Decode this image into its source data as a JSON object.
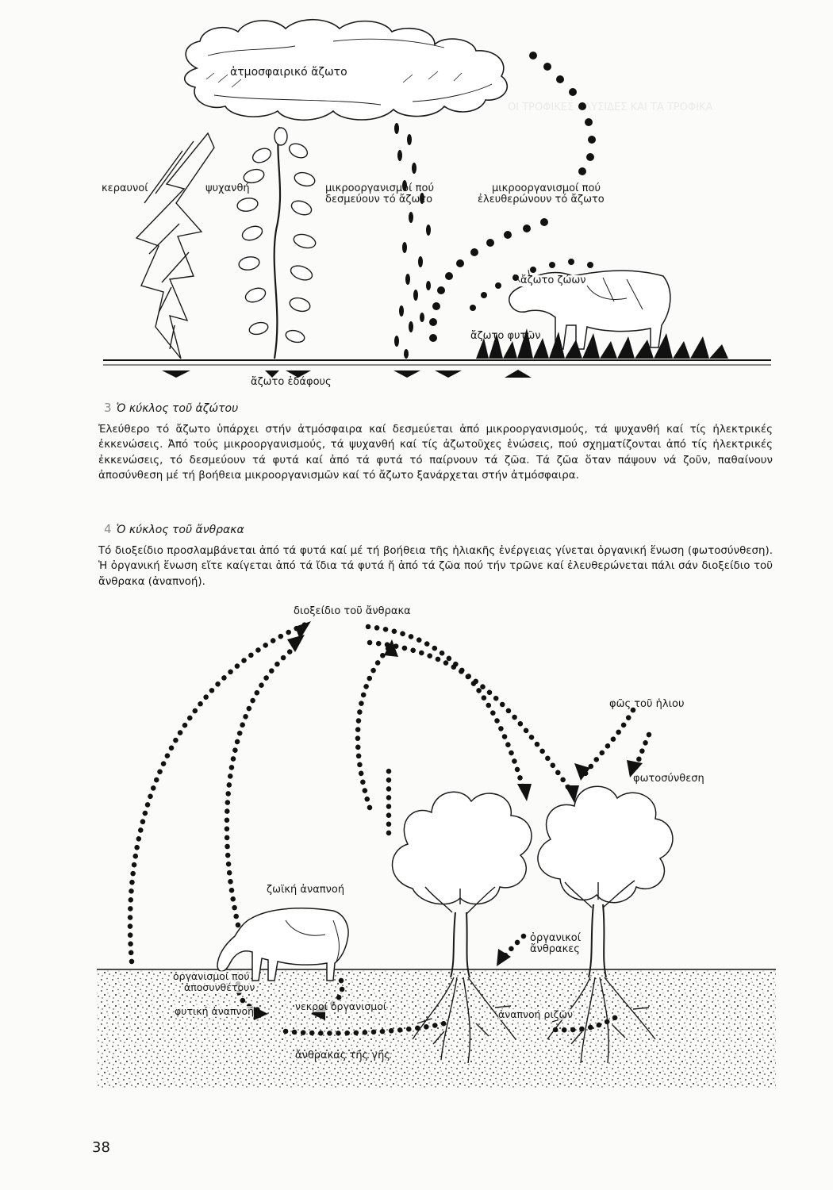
{
  "nitrogen_figure": {
    "labels": {
      "atmospheric_nitrogen": "ἀτμοσφαιρικό ἄζωτο",
      "lightning": "κεραυνοί",
      "fungi": "ψυχανθή",
      "fixing_microorganisms": [
        "μικροοργανισμοί πού",
        "δεσμεύουν τό ἄζωτο"
      ],
      "releasing_microorganisms": [
        "μικροοργανισμοί πού",
        "ἐλευθερώνουν τό ἄζωτο"
      ],
      "animal_nitrogen": "ἄζωτο ζώων",
      "plant_nitrogen": "ἄζωτο φυτῶν",
      "soil_nitrogen": "ἄζωτο ἐδάφους"
    }
  },
  "caption3": {
    "number": "3",
    "title": "Ὁ κύκλος τοῦ ἀζώτου",
    "text": "Ἐλεύθερο τό ἄζωτο ὑπάρχει στήν ἀτμόσφαιρα καί δεσμεύεται ἀπό μικροοργανισμούς, τά ψυχανθή καί τίς ἠλεκτρικές ἐκκενώσεις. Ἀπό τούς μικροοργανισμούς, τά ψυχανθή καί τίς ἀζωτοῦχες ἑνώσεις, πού σχηματίζονται ἀπό τίς ἠλεκτρικές ἐκκενώσεις, τό δεσμεύουν τά φυτά καί ἀπό τά φυτά τό παίρνουν τά ζῶα. Τά ζῶα ὅταν πάψουν νά ζοῦν, παθαίνουν ἀποσύνθεση μέ τή βοήθεια μικροοργανισμῶν καί τό ἄζωτο ξανάρχεται στήν ἀτμόσφαιρα."
  },
  "caption4": {
    "number": "4",
    "title": "Ὁ κύκλος τοῦ ἄνθρακα",
    "text": "Τό διοξείδιο προσλαμβάνεται ἀπό τά φυτά καί μέ τή βοήθεια τῆς ἡλιακῆς ἐνέργειας γίνεται ὀργανική ἕνωση (φωτοσύνθεση). Ἡ ὀργανική ἕνωση εἴτε καίγεται ἀπό τά ἴδια τά φυτά ἤ ἀπό τά ζῶα πού τήν τρῶνε καί ἐλευθερώνεται πάλι σάν διοξείδιο τοῦ ἄνθρακα (ἀναπνοή)."
  },
  "carbon_figure": {
    "labels": {
      "co2": "διοξείδιο τοῦ ἄνθρακα",
      "sunlight": "φῶς τοῦ ἡλιου",
      "photosynthesis": "φωτοσύνθεση",
      "animal_respiration": "ζωϊκή ἀναπνοή",
      "organic_carbon": [
        "ὀργανικοί",
        "ἄνθρακες"
      ],
      "decomposers": [
        "ὀργανισμοί πού",
        "ἀποσυνθέτουν"
      ],
      "plant_respiration": "φυτική ἀναπνοή",
      "dead_organisms": "νεκροί ὀργανισμοί",
      "root_respiration": "ἀναπνοή ριζῶν",
      "soil_carbon": "ἄνθρακας τῆς γῆς"
    }
  },
  "page_number": "38"
}
